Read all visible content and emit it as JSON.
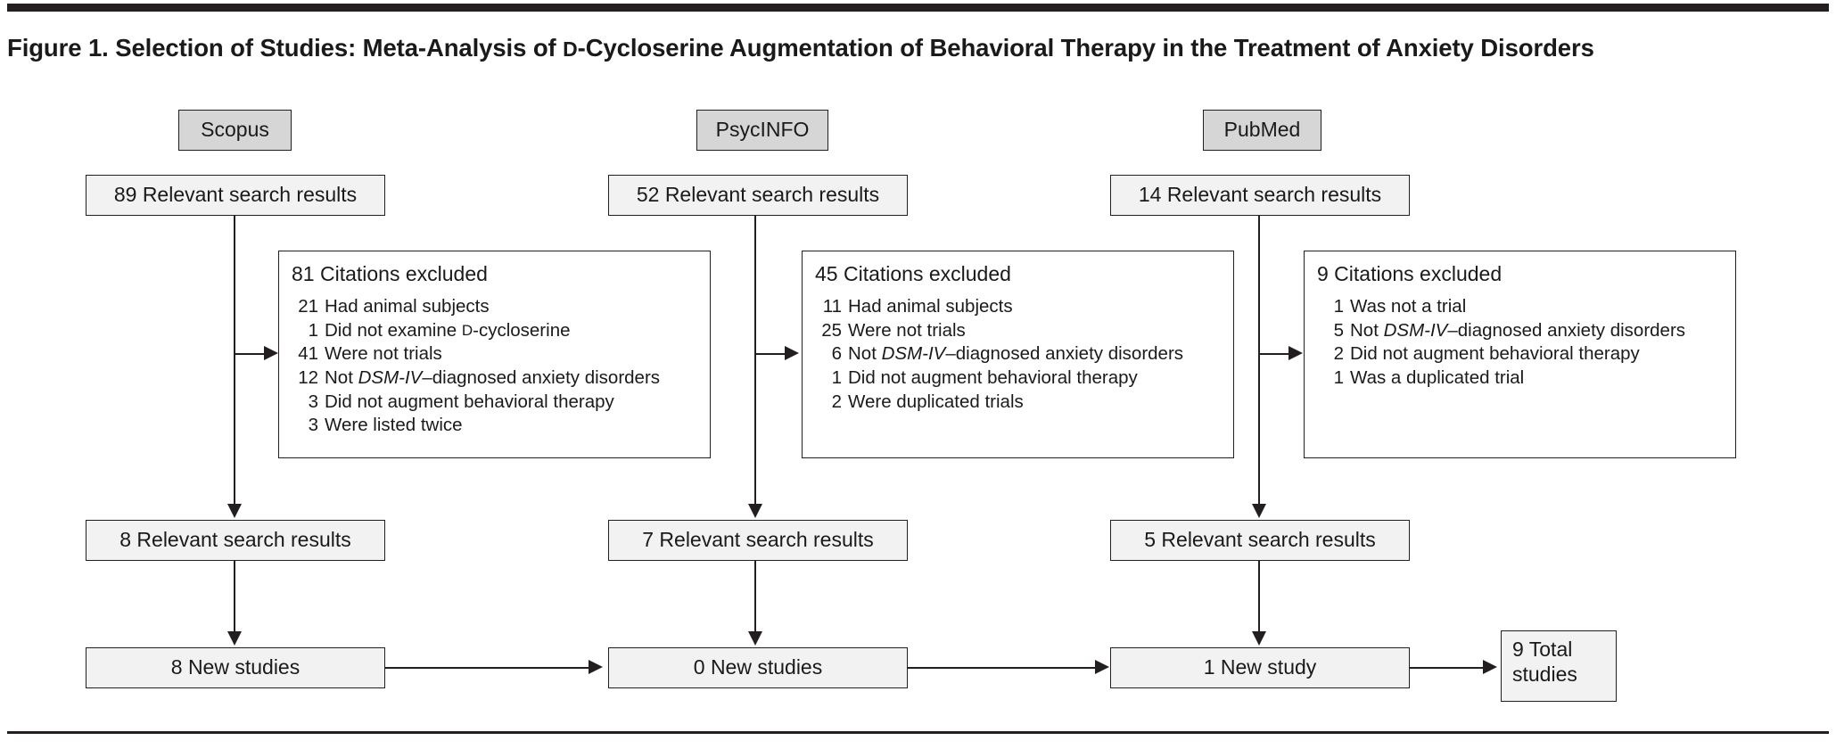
{
  "figure": {
    "title_part1": "Figure 1. Selection of Studies: Meta-Analysis of ",
    "title_smallcap": "D",
    "title_part2": "-Cycloserine Augmentation of Behavioral Therapy in the Treatment of Anxiety Disorders"
  },
  "colors": {
    "rule": "#231f20",
    "node_fill": "#f2f2f2",
    "source_fill": "#d6d6d6",
    "border": "#231f20",
    "text": "#1a1a1a"
  },
  "columns": [
    {
      "key": "scopus",
      "source_label": "Scopus",
      "relevant_label": "89 Relevant search results",
      "relevant_count": 89,
      "exclusion": {
        "header": "81 Citations excluded",
        "total": 81,
        "items": [
          {
            "n": "21",
            "text": "Had animal subjects"
          },
          {
            "n": "1",
            "text": "Did not examine D-cycloserine",
            "smallcap_prefix": "Did not examine ",
            "smallcap": "D",
            "smallcap_suffix": "-cycloserine"
          },
          {
            "n": "41",
            "text": "Were not trials"
          },
          {
            "n": "12",
            "text": "Not DSM-IV–diagnosed anxiety disorders",
            "pre": "Not ",
            "italic": "DSM-IV",
            "post": "–diagnosed anxiety disorders"
          },
          {
            "n": "3",
            "text": "Did not augment behavioral therapy"
          },
          {
            "n": "3",
            "text": "Were listed twice"
          }
        ]
      },
      "screened_label": "8 Relevant search results",
      "screened_count": 8,
      "result_label": "8 New studies",
      "result_count": 8
    },
    {
      "key": "psycinfo",
      "source_label": "PsycINFO",
      "relevant_label": "52 Relevant search results",
      "relevant_count": 52,
      "exclusion": {
        "header": "45 Citations excluded",
        "total": 45,
        "items": [
          {
            "n": "11",
            "text": "Had animal subjects"
          },
          {
            "n": "25",
            "text": "Were not trials"
          },
          {
            "n": "6",
            "text": "Not DSM-IV–diagnosed anxiety disorders",
            "pre": "Not ",
            "italic": "DSM-IV",
            "post": "–diagnosed anxiety disorders"
          },
          {
            "n": "1",
            "text": "Did not augment behavioral therapy"
          },
          {
            "n": "2",
            "text": "Were duplicated trials"
          }
        ]
      },
      "screened_label": "7 Relevant search results",
      "screened_count": 7,
      "result_label": "0 New studies",
      "result_count": 0
    },
    {
      "key": "pubmed",
      "source_label": "PubMed",
      "relevant_label": "14 Relevant search results",
      "relevant_count": 14,
      "exclusion": {
        "header": "9 Citations excluded",
        "total": 9,
        "items": [
          {
            "n": "1",
            "text": "Was not a trial"
          },
          {
            "n": "5",
            "text": "Not DSM-IV–diagnosed anxiety disorders",
            "pre": "Not ",
            "italic": "DSM-IV",
            "post": "–diagnosed anxiety disorders"
          },
          {
            "n": "2",
            "text": "Did not augment behavioral therapy"
          },
          {
            "n": "1",
            "text": "Was a duplicated trial"
          }
        ]
      },
      "screened_label": "5 Relevant search results",
      "screened_count": 5,
      "result_label": "1 New study",
      "result_count": 1
    }
  ],
  "total_box": {
    "line1": "9 Total",
    "line2": "studies",
    "count": 9
  }
}
